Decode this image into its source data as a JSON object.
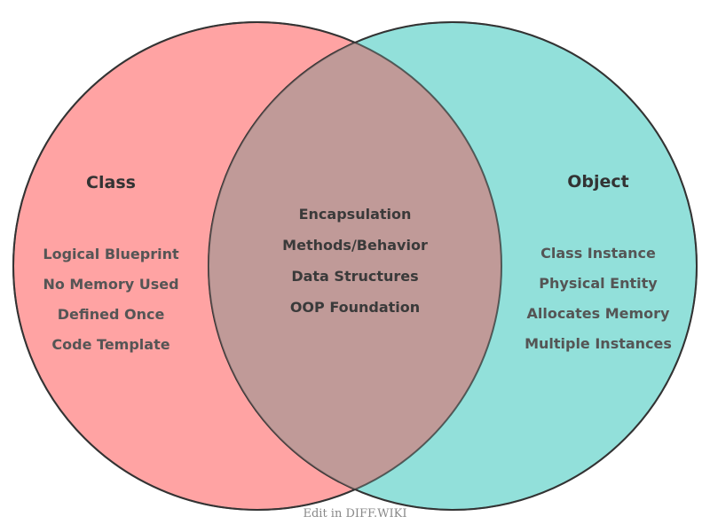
{
  "diagram": {
    "left_set": {
      "title": "Class",
      "items": [
        "Logical Blueprint",
        "No Memory Used",
        "Defined Once",
        "Code Template"
      ],
      "color": "#FF9999"
    },
    "right_set": {
      "title": "Object",
      "items": [
        "Class Instance",
        "Physical Entity",
        "Allocates Memory",
        "Multiple Instances"
      ],
      "color": "#7FDBD4"
    },
    "intersection": {
      "items": [
        "Encapsulation",
        "Methods/Behavior",
        "Data Structures",
        "OOP Foundation"
      ],
      "color": "#C09A98"
    }
  },
  "footer": {
    "text": "Edit in DIFF.WIKI"
  }
}
